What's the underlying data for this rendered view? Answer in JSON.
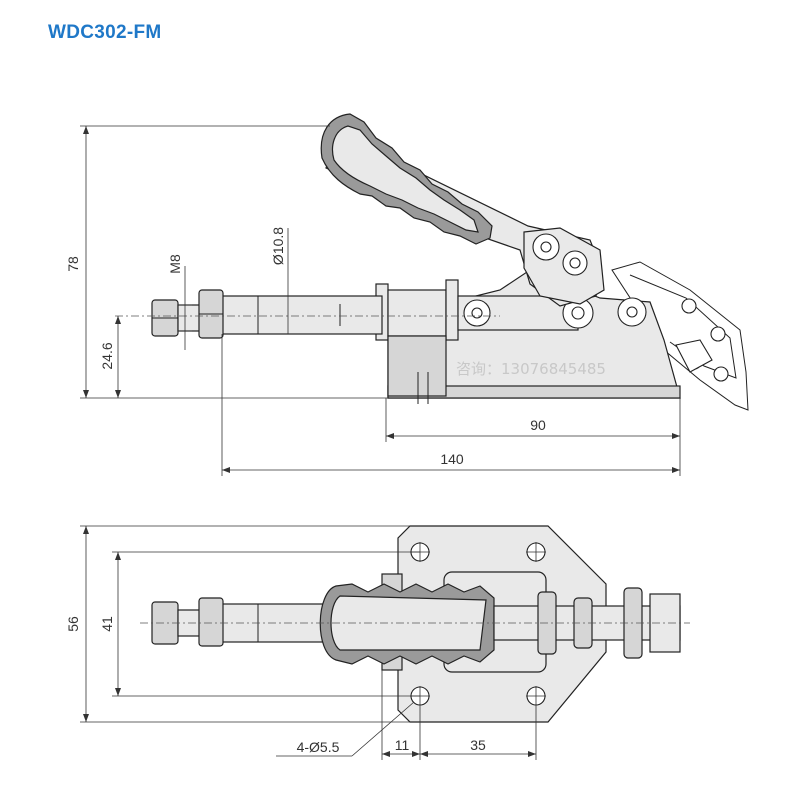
{
  "title": "WDC302-FM",
  "dimensions": {
    "height_total": "78",
    "height_spindle": "24.6",
    "thread": "M8",
    "bar_diameter": "Ø10.8",
    "length_base": "90",
    "length_total": "140",
    "width_total": "56",
    "width_holes": "41",
    "hole_spec": "4-Ø5.5",
    "offset_front": "11",
    "hole_spacing": "35"
  },
  "watermark": "咨询：13076845485",
  "colors": {
    "title": "#1f78c8",
    "line": "#222222"
  }
}
